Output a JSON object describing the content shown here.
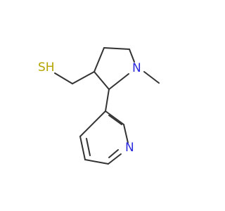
{
  "molecule": {
    "atoms": {
      "sulfur": {
        "label": "SH",
        "color": "#b5a400"
      },
      "pyrrolidine_nitrogen": {
        "label": "N",
        "color": "#2b2bdd"
      },
      "pyridine_nitrogen": {
        "label": "N",
        "color": "#2b2bdd"
      }
    },
    "bond_color": "#333333"
  }
}
